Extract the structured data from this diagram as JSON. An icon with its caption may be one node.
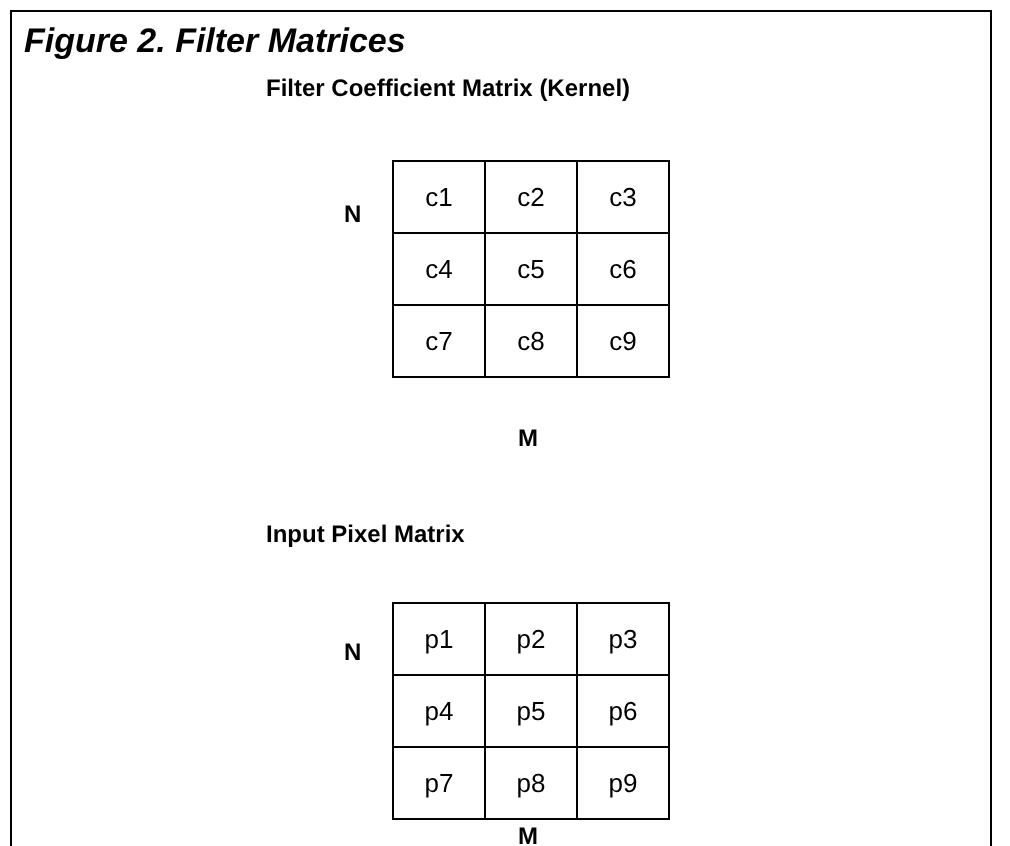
{
  "diagram": {
    "title": "Figure 2. Filter Matrices",
    "labels": [
      "Filter Coefficient Matrix (Kernel)",
      "N",
      "c1",
      "c2",
      "c3",
      "c4",
      "c5",
      "c6",
      "c7",
      "c8",
      "c9",
      "M",
      "Input Pixel Matrix",
      "N",
      "p1",
      "p2",
      "p3",
      "p4",
      "p5",
      "p6",
      "p7",
      "p8",
      "p9",
      "M"
    ]
  }
}
